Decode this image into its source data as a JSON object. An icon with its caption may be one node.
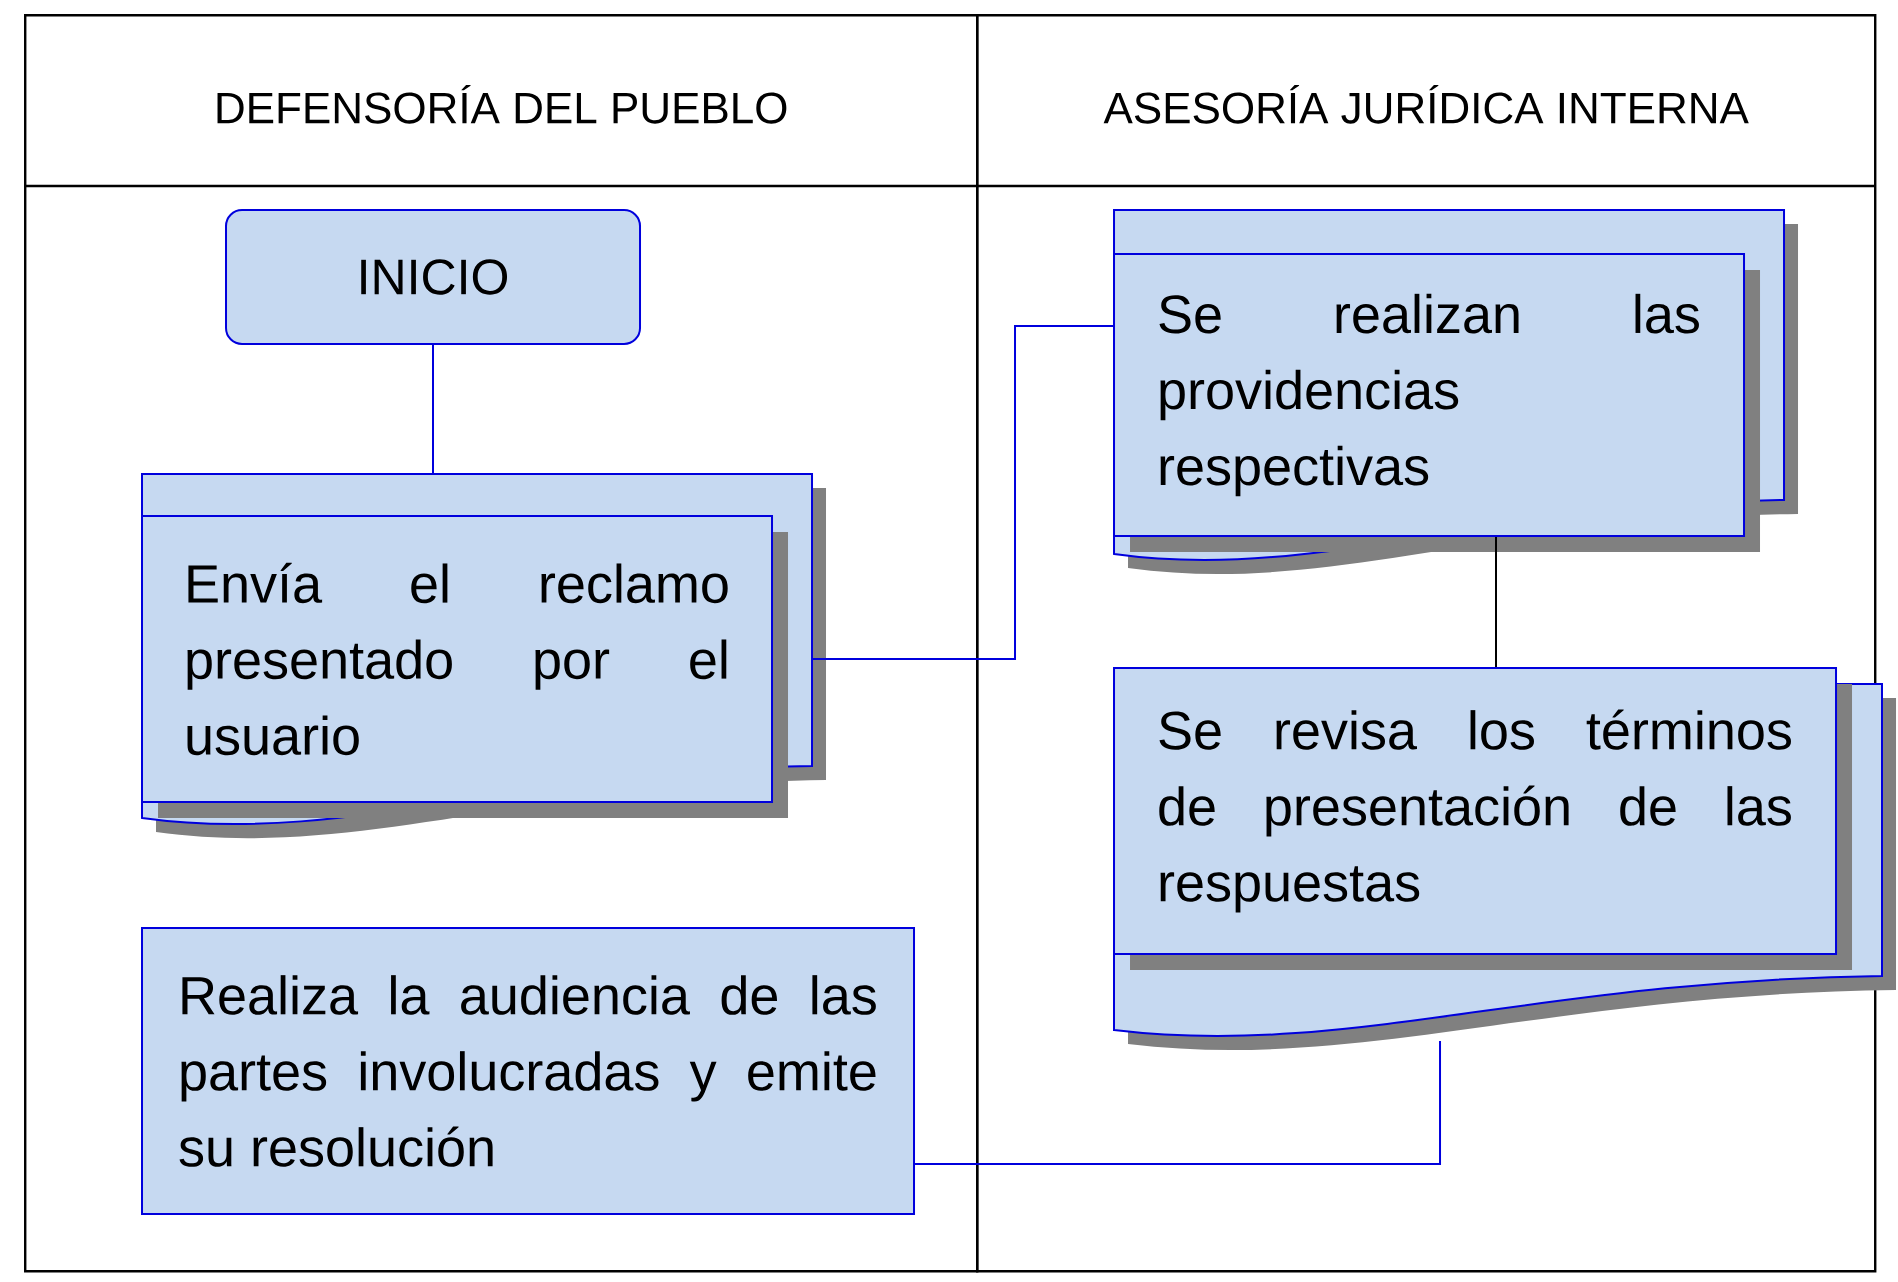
{
  "diagram": {
    "nodes": [
      {
        "text": [
          "DEFENSORÍA DEL PUEBLO"
        ]
      },
      {
        "text": [
          "ASESORÍA JURÍDICA INTERNA"
        ]
      },
      {
        "text": [
          "INICIO"
        ],
        "in": 0
      },
      {
        "text": [
          "Envía el reclamo presentado por el usuario"
        ],
        "in": 0
      },
      {
        "text": [
          "Se realizan las providencias respectivas"
        ],
        "in": 1
      },
      {
        "text": [
          "Se revisa los términos de presentación de las respuestas"
        ],
        "in": 1
      },
      {
        "text": [
          "Realiza la audiencia de las partes involucradas y emite su resolución"
        ],
        "in": 0
      }
    ],
    "edges": [
      {
        "from": 2,
        "to": 3,
        "arrow": "none"
      },
      {
        "from": 3,
        "to": 4,
        "arrow": "none"
      },
      {
        "from": 4,
        "to": 5,
        "arrow": "none",
        "color": "#000000"
      },
      {
        "from": 5,
        "to": 6,
        "arrow": "none"
      }
    ]
  }
}
